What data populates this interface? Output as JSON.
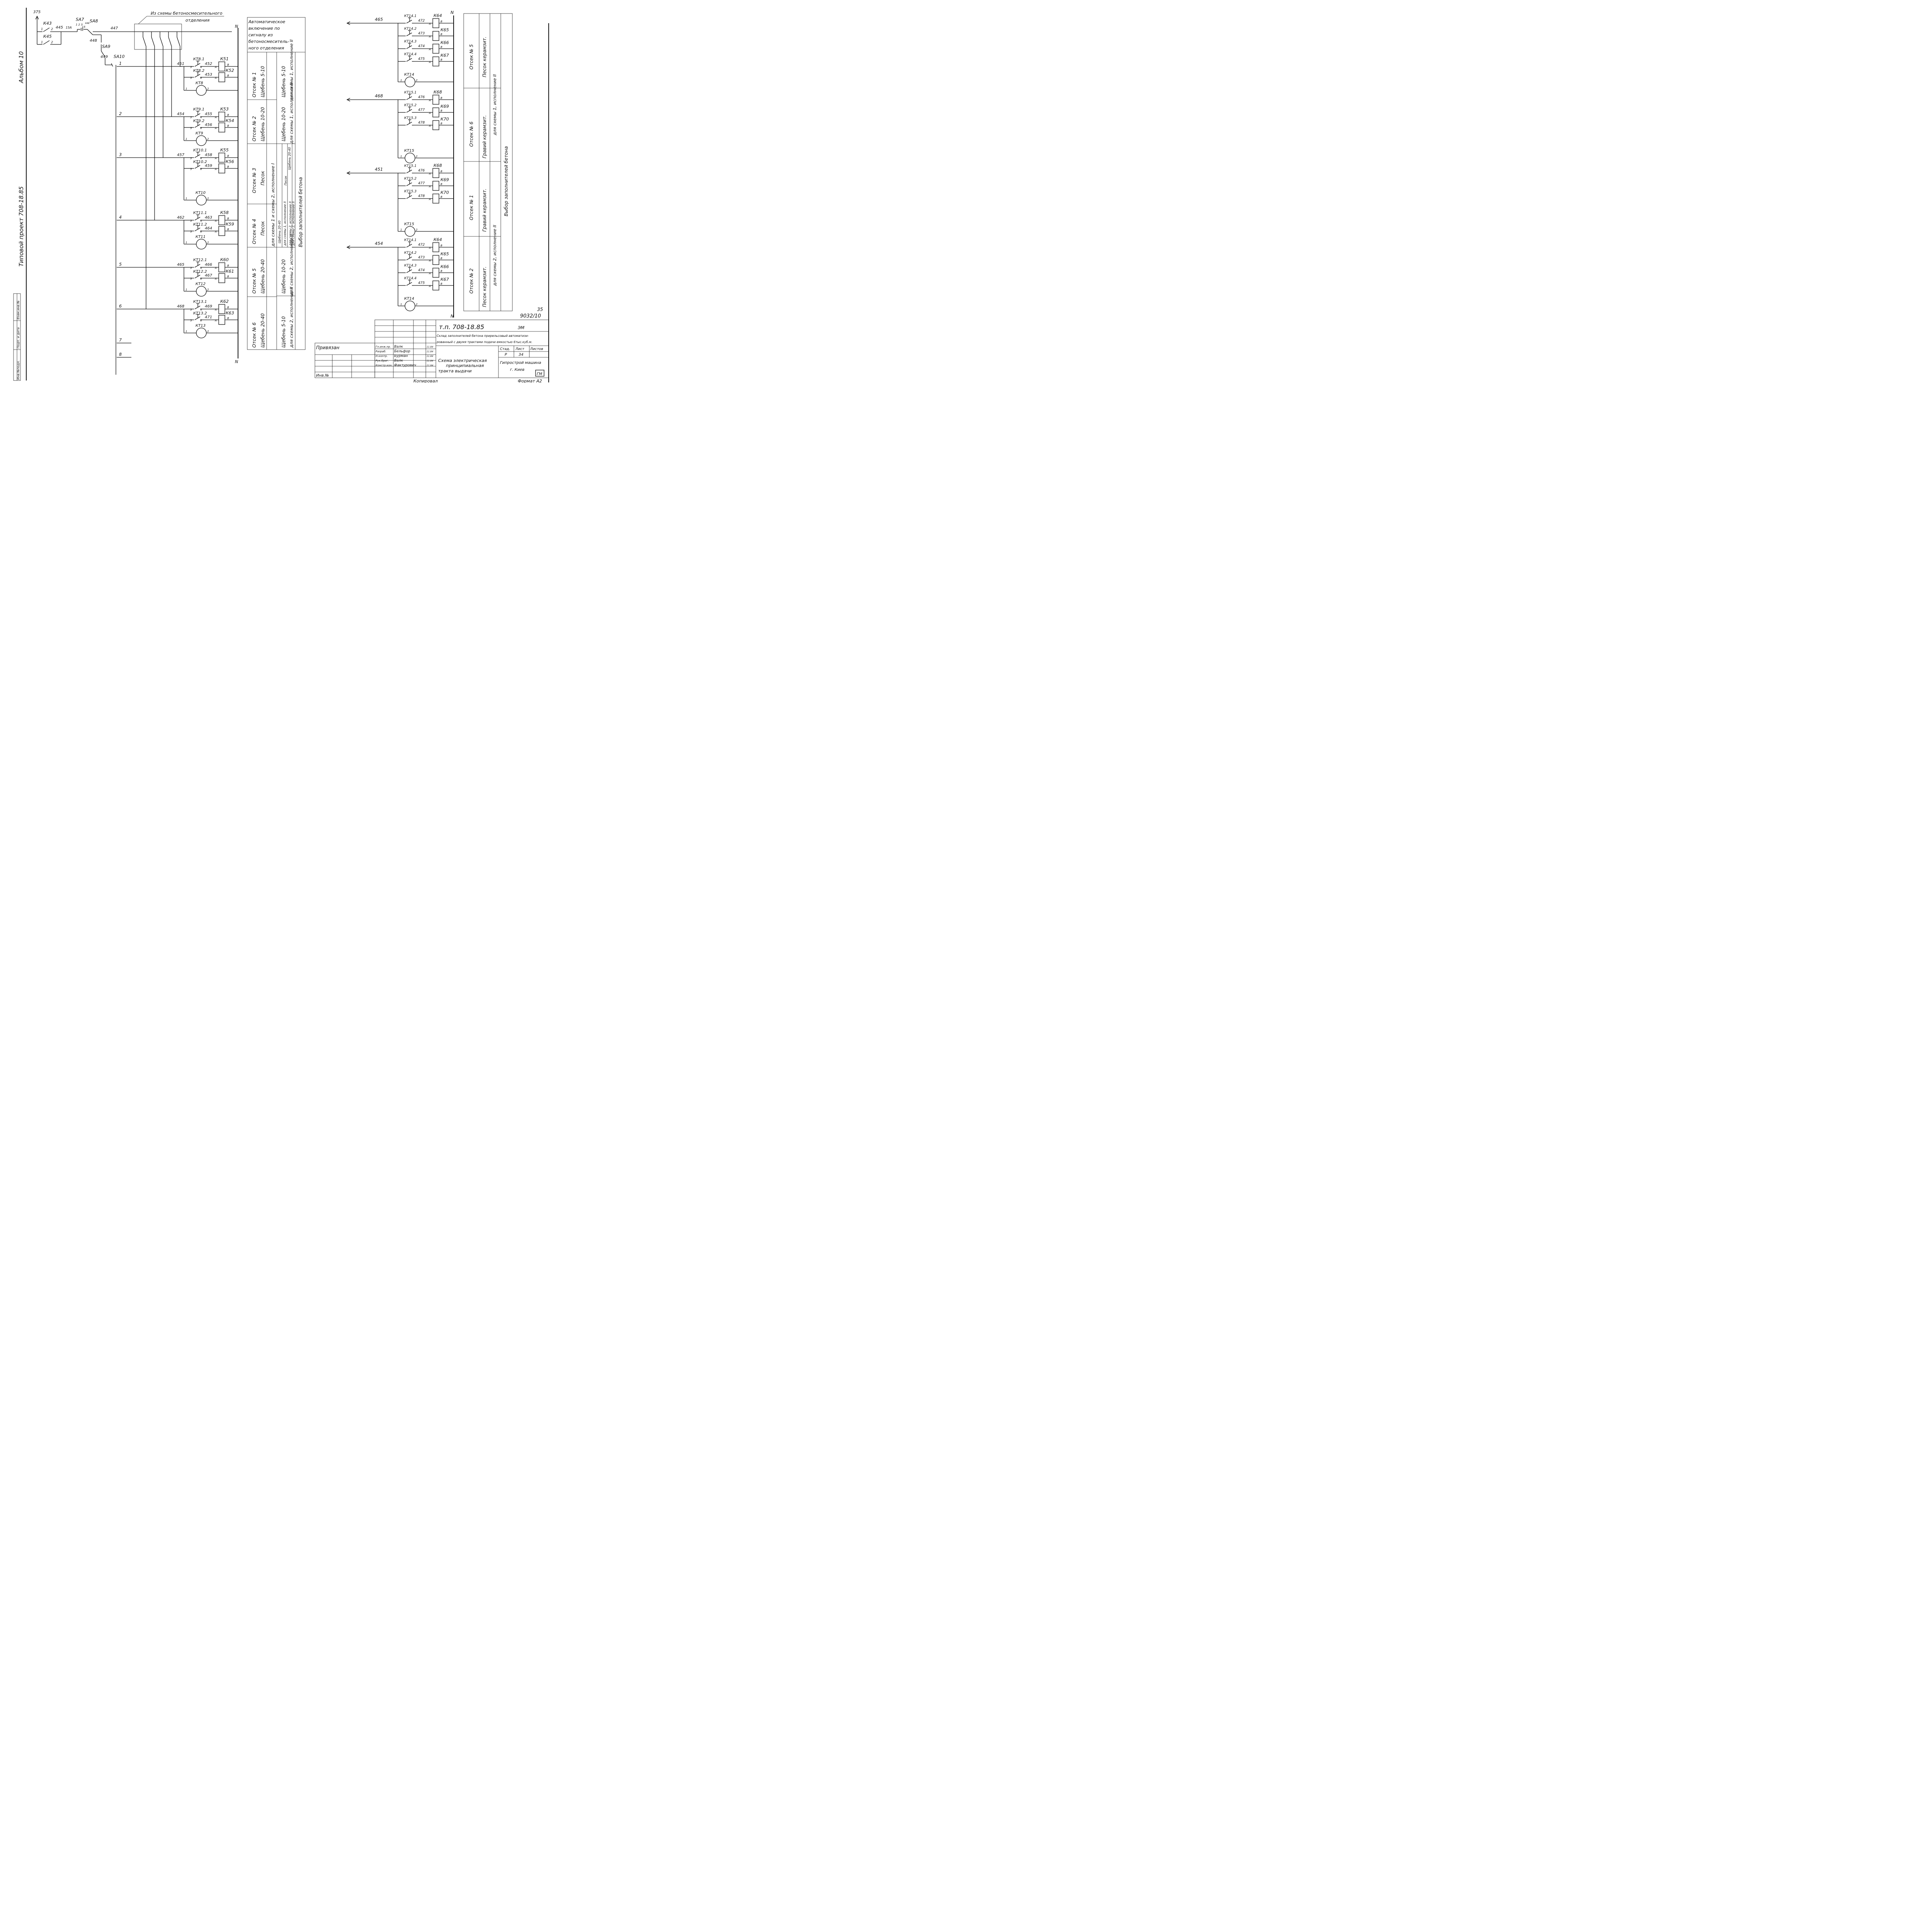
{
  "album": "Альбом 10",
  "project": "Типовой проект 708-18.85",
  "left_stamp": [
    "Инв.№подл.",
    "Подп. и дата",
    "Взам.инв.№"
  ],
  "top_terminal": "375",
  "source_label": "Из схемы бетоносмесительного",
  "source_label2": "отделения",
  "sw": {
    "k43": "К43",
    "k45": "К45",
    "n445": "445",
    "n15a": "15А",
    "sa7": "SA7",
    "c123": "1 2 3",
    "c15": "15",
    "n446": "446",
    "sa8": "SA8",
    "n447": "447",
    "n448": "448",
    "sa9": "SA9",
    "n449": "449",
    "sa10": "SA10",
    "c1": "1",
    "c2": "2"
  },
  "positions": [
    "1",
    "2",
    "3",
    "4",
    "5",
    "6",
    "7",
    "8"
  ],
  "n_mark": "N",
  "left_units": [
    {
      "node": "451",
      "t1": "КТ8.1",
      "t2": "КТ8.2",
      "w1": "452",
      "w2": "453",
      "r1": "К51",
      "r2": "К52",
      "tim": "КТ8"
    },
    {
      "node": "454",
      "t1": "КТ9.1",
      "t2": "КТ9.2",
      "w1": "455",
      "w2": "456",
      "r1": "К53",
      "r2": "К54",
      "tim": "КТ9"
    },
    {
      "node": "457",
      "t1": "КТ10.1",
      "t2": "КТ10.2",
      "w1": "458",
      "w2": "459",
      "r1": "К55",
      "r2": "К56",
      "tim": "КТ10"
    },
    {
      "node": "462",
      "t1": "КТ11.1",
      "t2": "КТ11.2",
      "w1": "463",
      "w2": "464",
      "r1": "К58",
      "r2": "К59",
      "tim": "КТ11"
    },
    {
      "node": "465",
      "t1": "КТ12.1",
      "t2": "КТ12.2",
      "w1": "466",
      "w2": "467",
      "r1": "К60",
      "r2": "К61",
      "tim": "КТ12"
    },
    {
      "node": "468",
      "t1": "КТ13.1",
      "t2": "КТ13.2",
      "w1": "469",
      "w2": "471",
      "r1": "К62",
      "r2": "К63",
      "tim": "КТ13"
    }
  ],
  "contact_terms": [
    "3",
    "4",
    "5",
    "6",
    "7",
    "8",
    "9",
    "10"
  ],
  "coil_terms": [
    "А",
    "В"
  ],
  "right_units": [
    {
      "node": "465",
      "t": [
        "КТ14.1",
        "КТ14.2",
        "КТ14.3",
        "КТ14.4"
      ],
      "w": [
        "472",
        "473",
        "474",
        "475"
      ],
      "r": [
        "К64",
        "К65",
        "К66",
        "К67"
      ],
      "tim": "КТ14"
    },
    {
      "node": "468",
      "t": [
        "КТ15.1",
        "КТ15.2",
        "КТ15.3"
      ],
      "w": [
        "476",
        "477",
        "478"
      ],
      "r": [
        "К68",
        "К69",
        "К70"
      ],
      "tim": "КТ15"
    },
    {
      "node": "451",
      "t": [
        "КТ15.1",
        "КТ15.2",
        "КТ15.3"
      ],
      "w": [
        "476",
        "477",
        "478"
      ],
      "r": [
        "К68",
        "К69",
        "К70"
      ],
      "tim": "КТ15"
    },
    {
      "node": "454",
      "t": [
        "КТ14.1",
        "КТ14.2",
        "КТ14.3",
        "КТ14.4"
      ],
      "w": [
        "472",
        "473",
        "474",
        "475"
      ],
      "r": [
        "К64",
        "К65",
        "К66",
        "К67"
      ],
      "tim": "КТ14"
    }
  ],
  "table_mid": {
    "header": [
      "Автоматическое",
      "включение по",
      "сигналу из",
      "бетоносмеситель-",
      "ного отделения"
    ],
    "compartments": [
      {
        "name": "Отсек № 1",
        "mat": "Щебень 5-10"
      },
      {
        "name": "Отсек № 2",
        "mat": "Щебень 10-20"
      },
      {
        "name": "Отсек № 3",
        "mat": "Песок"
      },
      {
        "name": "Отсек № 4",
        "mat": "Песок"
      },
      {
        "name": "Отсек № 5",
        "mat": "Щебень 20-40"
      },
      {
        "name": "Отсек № 6",
        "mat": "Щебень 20-40"
      }
    ],
    "v1a": "Щебень 5-10",
    "v1b": "для схемы 1, исполнение II",
    "v2a": "Щебень 10-20",
    "v2b": "для схемы 1, исполнение II",
    "v3": "для схемы 1 и схемы 2, исполнение I",
    "v3s": [
      "Щебень 20-40",
      "для схемы 1, исполнение II",
      "Песок",
      "для схемы 2, исполнение II",
      "Щебень 20-40",
      "для схемы 2, исполнение II"
    ],
    "v5a": "Щебень 10-20",
    "v5b": "для схемы 2, исполнение II",
    "v6a": "Щебень 5-10",
    "v6b": "для схемы 2, исполнение II",
    "footer": "Выбор заполнителей бетона"
  },
  "table_right": {
    "rows": [
      {
        "name": "Отсек № 5",
        "mat": "Песок керамзит.",
        "note": ""
      },
      {
        "name": "Отсек № 6",
        "mat": "Гравий керамзит.",
        "note": "для схемы 1, исполнение II"
      },
      {
        "name": "Отсек № 1",
        "mat": "Гравий керамзит.",
        "note": ""
      },
      {
        "name": "Отсек № 2",
        "mat": "Песок керамзит.",
        "note": "для схемы 2, исполнение II"
      }
    ],
    "footer": "Выбор заполнителей бетона"
  },
  "sheet_no": "35",
  "doc_code": "9032/10",
  "title_block": {
    "code": "т.п. 708-18.85",
    "mark": "ЭМ",
    "desc1": "Склад заполнителей бетона прирельсовый автоматизи-",
    "desc2": "рованный с двумя трактами подачи емкостью 6тыс.куб.м.",
    "stage_h": "Стад.",
    "sheet_h": "Лист",
    "sheets_h": "Листов",
    "stage": "Р",
    "sheet": "34",
    "sheets": "",
    "roles": [
      "Гл.инж.пр.",
      "Разраб.",
      "Н.контр.",
      "Рук.бриг.",
      "Констр.кон."
    ],
    "names": [
      "Валк",
      "Бельфор",
      "Бурман",
      "Валк",
      "Фактурович"
    ],
    "dates": [
      "11.84",
      "11.84",
      "11.84",
      "11.84",
      "11.84"
    ],
    "title1": "Схема электрическая",
    "title2": "принципиальная",
    "title3": "тракта выдачи",
    "org1": "Гипрострой машина",
    "org2": "г. Киев",
    "logo": "ГМ",
    "privyazan": "Привязан",
    "inv": "Инв.№",
    "kopiroval": "Копировал",
    "format": "Формат А2"
  }
}
